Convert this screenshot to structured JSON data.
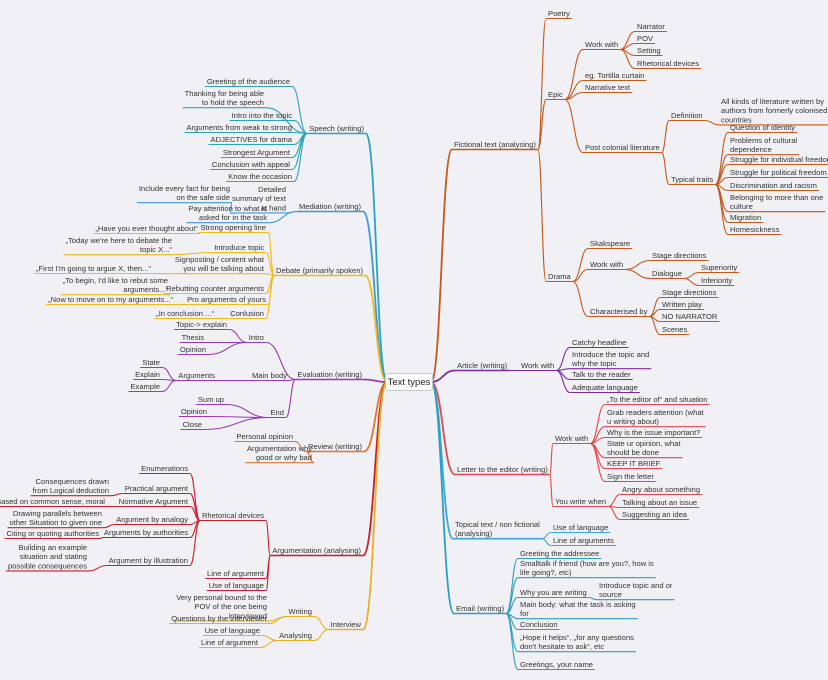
{
  "root": "Text types",
  "colors": {
    "fictional": "#c4581b",
    "article": "#7d2a9c",
    "letter": "#e0484a",
    "topical": "#38a8d8",
    "email": "#2a9fc0",
    "speech": "#2aa5b8",
    "mediation": "#3a9ad8",
    "debate": "#f2b81c",
    "evaluation": "#9a3ab4",
    "review": "#e0782c",
    "argumentation": "#c81e2c",
    "interview": "#e8b024"
  },
  "branches": [
    {
      "key": "fictional",
      "label": "Fictional text (analysing)",
      "children": [
        {
          "label": "Poetry"
        },
        {
          "label": "Epic",
          "children": [
            {
              "label": "Work with",
              "children": [
                {
                  "label": "Narrator"
                },
                {
                  "label": "POV"
                },
                {
                  "label": "Setting"
                },
                {
                  "label": "Rhetorical devices"
                }
              ]
            },
            {
              "label": "eg. Tortilla curtain"
            },
            {
              "label": "Narrative text"
            },
            {
              "label": "Post colonial literature",
              "children": [
                {
                  "label": "Definition",
                  "children": [
                    {
                      "label": "All kinds of literature written by authors from formerly colonised countries"
                    }
                  ]
                },
                {
                  "label": "Typical traits",
                  "children": [
                    {
                      "label": "Question of identity"
                    },
                    {
                      "label": "Problems of cultural dependence"
                    },
                    {
                      "label": "Struggle for individual freedom"
                    },
                    {
                      "label": "Struggle for political freedom"
                    },
                    {
                      "label": "Discrimination and racism"
                    },
                    {
                      "label": "Belonging to more than one culture"
                    },
                    {
                      "label": "Migration"
                    },
                    {
                      "label": "Homesickness"
                    }
                  ]
                }
              ]
            }
          ]
        },
        {
          "label": "Drama",
          "children": [
            {
              "label": "Skakspeare"
            },
            {
              "label": "Work with",
              "children": [
                {
                  "label": "Stage directions"
                },
                {
                  "label": "Dialogue",
                  "children": [
                    {
                      "label": "Superiority"
                    },
                    {
                      "label": "Inferiority"
                    }
                  ]
                }
              ]
            },
            {
              "label": "Characterised by",
              "children": [
                {
                  "label": "Stage directions"
                },
                {
                  "label": "Written play"
                },
                {
                  "label": "NO NARRATOR"
                },
                {
                  "label": "Scenes"
                }
              ]
            }
          ]
        }
      ]
    },
    {
      "key": "article",
      "label": "Article (writing)",
      "children": [
        {
          "label": "Work with",
          "children": [
            {
              "label": "Catchy headline"
            },
            {
              "label": "Introduce the topic and why the topic"
            },
            {
              "label": "Talk to the reader"
            },
            {
              "label": "Adequate language"
            }
          ]
        }
      ]
    },
    {
      "key": "letter",
      "label": "Letter to the editor (writing)",
      "children": [
        {
          "label": "Work with",
          "children": [
            {
              "label": "„To the editor of“ and situation"
            },
            {
              "label": "Grab readers attention (what u writing about)"
            },
            {
              "label": "Why is the issue important?"
            },
            {
              "label": "State ur opinion, what should be done"
            },
            {
              "label": "KEEP IT BRIEF"
            },
            {
              "label": "Sign the letter"
            }
          ]
        },
        {
          "label": "You write when",
          "children": [
            {
              "label": "Angry about something"
            },
            {
              "label": "Talking about an issue"
            },
            {
              "label": "Suggesting an idea"
            }
          ]
        }
      ]
    },
    {
      "key": "topical",
      "label": "Topical text / non fictional (analysing)",
      "children": [
        {
          "label": "Use of language"
        },
        {
          "label": "Line of arguments"
        }
      ]
    },
    {
      "key": "email",
      "label": "Email (writing)",
      "children": [
        {
          "label": "Greeting the addressee"
        },
        {
          "label": "Smalltalk if friend (how are you?, how is life going?, etc)"
        },
        {
          "label": "Why you are writing",
          "children": [
            {
              "label": "Introduce topic and or source"
            }
          ]
        },
        {
          "label": "Main body: what the task is asking for"
        },
        {
          "label": "Conclusion"
        },
        {
          "label": "„Hope it helps“, „for any questions don't hesitate to ask“, etc"
        },
        {
          "label": "Greetings, your name"
        }
      ]
    },
    {
      "key": "speech",
      "label": "Speech (writing)",
      "children": [
        {
          "label": "Greeting of the audience"
        },
        {
          "label": "Thanking for being able to hold the speech"
        },
        {
          "label": "Intro into the topic"
        },
        {
          "label": "Arguments from weak to strong"
        },
        {
          "label": "ADJECTIVES for drama"
        },
        {
          "label": "Strongest Argument"
        },
        {
          "label": "Conclusion with appeal"
        },
        {
          "label": "Know the occasion"
        }
      ]
    },
    {
      "key": "mediation",
      "label": "Mediation (writing)",
      "children": [
        {
          "label": "Detailed summary of text at hand",
          "children": [
            {
              "label": "Include every fact for being on the safe side"
            }
          ]
        },
        {
          "label": "Pay attention to what is asked for in the task"
        }
      ]
    },
    {
      "key": "debate",
      "label": "Debate (primarily spoken)",
      "children": [
        {
          "label": "Strong opening line",
          "children": [
            {
              "label": "„Have you ever thought about“"
            }
          ]
        },
        {
          "label": "Introduce topic",
          "children": [
            {
              "label": "„Today we're here to debate the topic X...“"
            }
          ]
        },
        {
          "label": "Signposting / content what you will be talking about",
          "children": [
            {
              "label": "„First I'm going to argue X, then...“"
            }
          ]
        },
        {
          "label": "Rebutting counter arguments",
          "children": [
            {
              "label": "„To begin, I'd like to rebut some arguments...“"
            }
          ]
        },
        {
          "label": "Pro arguments of yours",
          "children": [
            {
              "label": "„Now to move on to my arguments...“"
            }
          ]
        },
        {
          "label": "Conlusion",
          "children": [
            {
              "label": "„In conclusion ...“"
            }
          ]
        }
      ]
    },
    {
      "key": "evaluation",
      "label": "Evaluation (writing)",
      "children": [
        {
          "label": "Intro",
          "children": [
            {
              "label": "Topic-> explain"
            },
            {
              "label": "Thesis"
            },
            {
              "label": "Opinion"
            }
          ]
        },
        {
          "label": "Main body",
          "children": [
            {
              "label": "Arguments",
              "children": [
                {
                  "label": "State"
                },
                {
                  "label": "Explain"
                },
                {
                  "label": "Example"
                }
              ]
            }
          ]
        },
        {
          "label": "End",
          "children": [
            {
              "label": "Sum up"
            },
            {
              "label": "Opinion"
            },
            {
              "label": "Close"
            }
          ]
        }
      ]
    },
    {
      "key": "review",
      "label": "Review (writing)",
      "children": [
        {
          "label": "Personal opinion"
        },
        {
          "label": "Argumentation why good or why bad"
        }
      ]
    },
    {
      "key": "argumentation",
      "label": "Argumentation (analysing)",
      "children": [
        {
          "label": "Rhetorical devices",
          "children": [
            {
              "label": "Enumerations"
            },
            {
              "label": "Practical argument",
              "children": [
                {
                  "label": "Consequences drawn from Logical deduction"
                }
              ]
            },
            {
              "label": "Normative Argument",
              "children": [
                {
                  "label": "Based on common sense, moral"
                }
              ]
            },
            {
              "label": "Argument by analogy",
              "children": [
                {
                  "label": "Drawing parallels between other Situation to given one"
                }
              ]
            },
            {
              "label": "Arguments by authorities",
              "children": [
                {
                  "label": "Citing or quoting authorities"
                }
              ]
            },
            {
              "label": "Argument by illustration",
              "children": [
                {
                  "label": "Building an example situation and stating possible consequences"
                }
              ]
            }
          ]
        },
        {
          "label": "Line of argument"
        },
        {
          "label": "Use of language"
        }
      ]
    },
    {
      "key": "interview",
      "label": "Interview",
      "children": [
        {
          "label": "Writing",
          "children": [
            {
              "label": "Very personal bound to the POV of the one being interviewed"
            },
            {
              "label": "Questions by the interviewer"
            }
          ]
        },
        {
          "label": "Analysing",
          "children": [
            {
              "label": "Use of language"
            },
            {
              "label": "Line of argument"
            }
          ]
        }
      ]
    }
  ]
}
